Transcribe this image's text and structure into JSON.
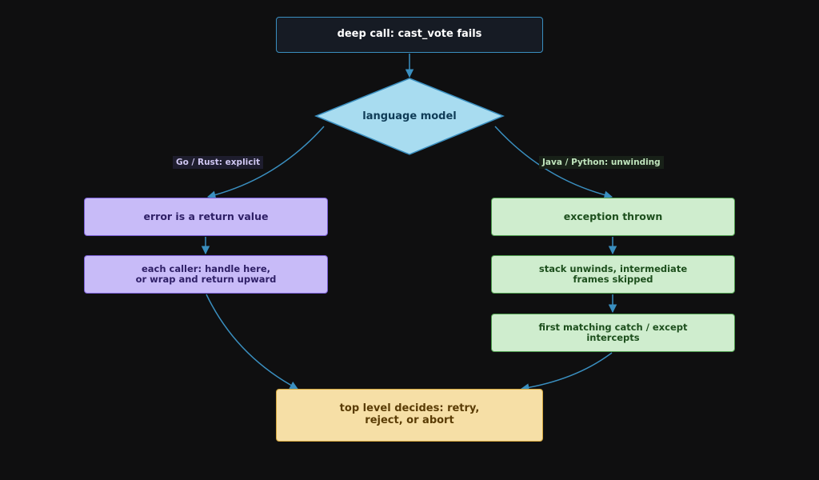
{
  "diagram": {
    "start": "deep call: cast_vote fails",
    "decision": "language model",
    "left_branch_label": "Go / Rust: explicit",
    "right_branch_label": "Java / Python: unwinding",
    "left_nodes": [
      "error is a return value",
      "each caller: handle here,\nor wrap and return upward"
    ],
    "right_nodes": [
      "exception thrown",
      "stack unwinds, intermediate\nframes skipped",
      "first matching catch / except\nintercepts"
    ],
    "end": "top level decides: retry,\nreject, or abort"
  },
  "colors": {
    "background": "#0f0f10",
    "edge": "#3a8fc0",
    "decision_fill": "#a8dcf0",
    "purple_fill": "#c8bbf8",
    "green_fill": "#cfedce",
    "yellow_fill": "#f6dfa6"
  }
}
